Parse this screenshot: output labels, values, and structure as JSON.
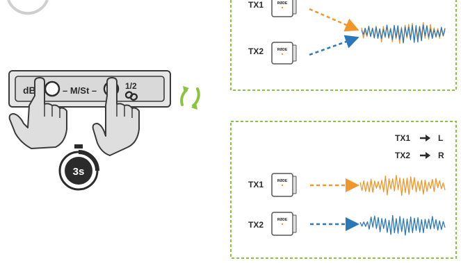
{
  "receiver": {
    "button_db": "dB",
    "button_ms": "– M/St –",
    "button_half": "1/2",
    "hold_time": "3s"
  },
  "top_panel": {
    "tx1": "TX1",
    "tx2": "TX2",
    "brand": "RØDE"
  },
  "bottom_panel": {
    "route_tx1_src": "TX1",
    "route_tx1_dst": "L",
    "route_tx2_src": "TX2",
    "route_tx2_dst": "R",
    "tx1": "TX1",
    "tx2": "TX2",
    "brand": "RØDE"
  },
  "colors": {
    "orange": "#f0962a",
    "blue": "#2a78b8",
    "green": "#8ac43f",
    "dark": "#2b2b2b",
    "panel_gray": "#d9d9d9"
  },
  "icons": [
    "touch-hand-icon",
    "timer-icon",
    "cycle-arrows-icon",
    "link-icon",
    "transmitter-icon",
    "waveform-icon"
  ]
}
